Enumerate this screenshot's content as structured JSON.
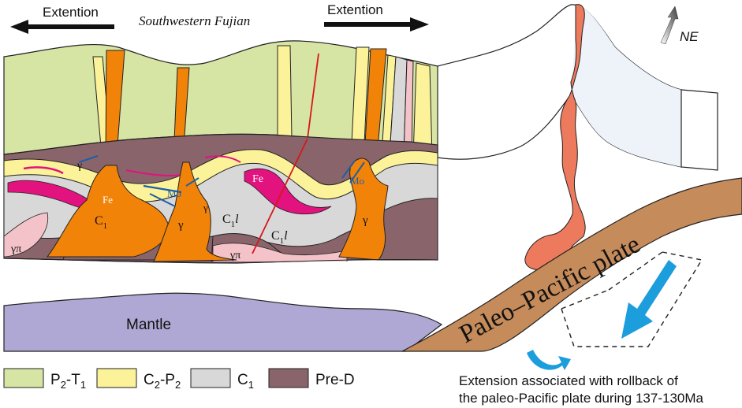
{
  "header": {
    "extension_left": "Extention",
    "extension_right": "Extention",
    "region": "Southwestern Fujian",
    "direction": "NE"
  },
  "labels": {
    "mantle": "Mantle",
    "plate": "Paleo–Pacific plate",
    "caption_line1": "Extension associated with rollback of",
    "caption_line2": "the paleo-Pacific plate during 137-130Ma"
  },
  "section_labels": {
    "fe": "Fe",
    "mo": "Mo",
    "gamma": "γ",
    "gamma_pi": "γπ",
    "c1": "C",
    "sub1": "1",
    "c1l_suffix": "l"
  },
  "legend": [
    {
      "base": "P",
      "sub1": "2",
      "mid": "-T",
      "sub2": "1",
      "color": "#d6e5a4"
    },
    {
      "base": "C",
      "sub1": "2",
      "mid": "-P",
      "sub2": "2",
      "color": "#fbf29a"
    },
    {
      "base": "C",
      "sub1": "1",
      "mid": "",
      "sub2": "",
      "color": "#d8d8d8"
    },
    {
      "base": "Pre-D",
      "sub1": "",
      "mid": "",
      "sub2": "",
      "color": "#8a646b"
    }
  ],
  "colors": {
    "p2t1": "#d6e5a4",
    "c2p2": "#fbf29a",
    "c1": "#d8d8d8",
    "pred": "#8a646b",
    "granite": "#f28309",
    "gamma_pi": "#f3c3c9",
    "fe": "#e2127f",
    "mo": "#1f5fa8",
    "mantle": "#b0a8d4",
    "plate": "#c58b5a",
    "magma": "#ee7a5e",
    "arrow": "#1c9ddc",
    "fault": "#d8161b"
  }
}
